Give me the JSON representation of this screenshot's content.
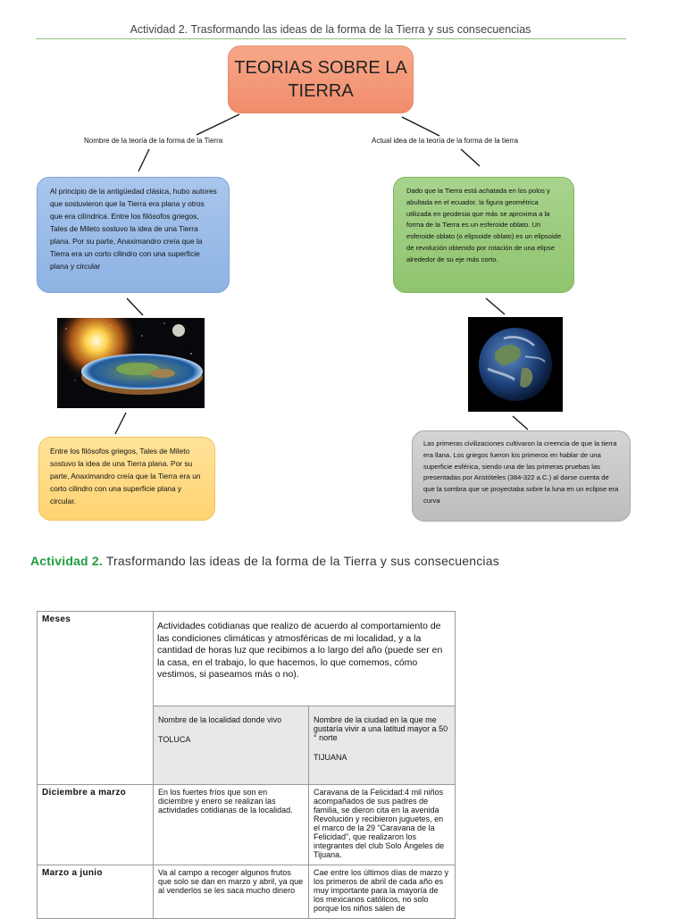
{
  "header": {
    "title": "Actividad 2. Trasformando las ideas de la forma de la Tierra y sus consecuencias"
  },
  "map": {
    "center": "TEORIAS SOBRE LA TIERRA",
    "left_label": "Nombre de la teoría de la forma de la Tierra",
    "right_label": "Actual idea de la teoría de la forma de la tierra",
    "left_top_card": "Al principio de la antigüedad clásica, hubo autores que sostuvieron que la Tierra era plana y otros que era cilíndrica. Entre los filósofos griegos, Tales de Mileto sostuvo la idea de una Tierra plana. Por su parte, Anaximandro creía que la Tierra era un corto cilindro con una superficie plana y circular",
    "right_top_card": "Dado que la Tierra está achatada en los polos y abultada en el ecuador, la figura geométrica utilizada en geodesia que más se aproxima a la forma de la Tierra es un esferoide oblato. Un esferoide oblato (o elipsoide oblato) es un elipsoide de revolución obtenido por rotación de una elipse alrededor de su eje más corto.",
    "left_bottom_card": "Entre los filósofos griegos, Tales de Mileto sostuvo la idea de una Tierra plana. Por su parte, Anaximandro creía que la Tierra era un corto cilindro con una superficie plana y circular.",
    "right_bottom_card": "Las primeras civilizaciones cultivaron la creencia de que la tierra era llana. Los griegos fueron los primeros en hablar de una superficie esférica, siendo una de las primeras pruebas las presentadas por Aristóteles (384-322 a.C.) al darse cuenta de que la sombra que se proyectaba sobre la luna en un eclipse era curva"
  },
  "section": {
    "heading_accent": "Actividad 2.",
    "heading_rest": "Trasformando las ideas de la forma de la Tierra y sus consecuencias"
  },
  "table": {
    "meses_label": "Meses",
    "description": "Actividades cotidianas que realizo de acuerdo al comportamiento de las condiciones climáticas y atmosféricas de mi localidad, y a la cantidad de horas luz que recibimos a lo largo del año (puede ser en la casa, en el trabajo, lo que hacemos, lo que comemos, cómo vestimos, si paseamos más o no).",
    "col1_header": "Nombre de la localidad donde vivo",
    "col1_value": "TOLUCA",
    "col2_header": "Nombre de la ciudad en la que me gustaría vivir a una latitud mayor a 50 ° norte",
    "col2_value": "TIJUANA",
    "rows": [
      {
        "month": "Diciembre a marzo",
        "local": "En los fuertes fríos que son en diciembre y enero se realizan las actividades cotidianas de la localidad.",
        "other": "Caravana de la Felicidad:4 mil niños acompañados de sus padres de familia, se dieron cita en la avenida Revolución y recibieron juguetes, en el marco de la 29 “Caravana de la Felicidad”, que realizaron los integrantes del club Solo Ángeles de Tijuana."
      },
      {
        "month": "Marzo a junio",
        "local": "Va al campo a recoger algunos frutos que solo se dan en marzo y abril, ya que al venderlos se les saca mucho dinero",
        "other": "Cae entre los últimos días de marzo y los primeros de abril de cada año es muy importante para la mayoría de los mexicanos católicos, no solo porque los niños salen de"
      }
    ]
  }
}
